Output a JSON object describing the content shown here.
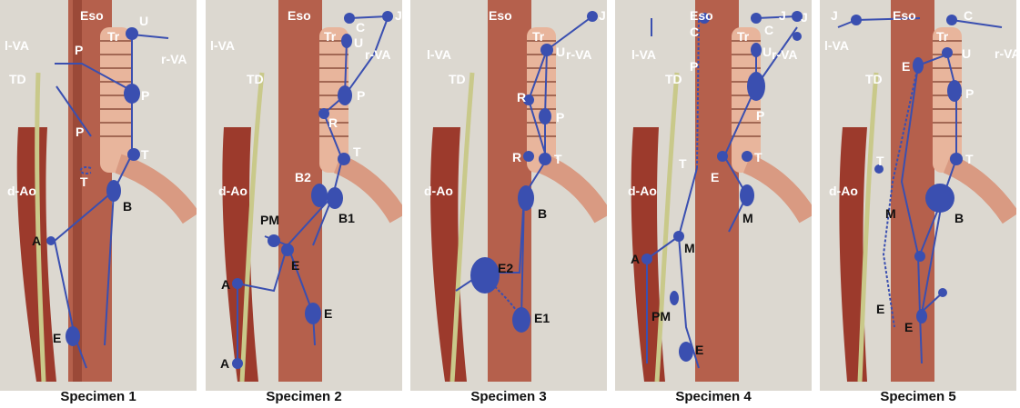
{
  "colors": {
    "node": "#3a4fb0",
    "line": "#3a4fb0",
    "esophagus_dark": "#8a3b2c",
    "esophagus_light": "#c77a63",
    "aorta": "#9c3a2c",
    "trachea": "#e8b59c",
    "thoracic_duct": "#c9c98a",
    "background_tissue": "#d9d6cf"
  },
  "panels": [
    {
      "caption": "Specimen 1",
      "labels": [
        "Eso",
        "U",
        "Tr",
        "l-VA",
        "r-VA",
        "TD",
        "P",
        "P",
        "P",
        "T",
        "T",
        "d-Ao",
        "B",
        "A",
        "E"
      ]
    },
    {
      "caption": "Specimen 2",
      "labels": [
        "Eso",
        "C",
        "J",
        "Tr",
        "U",
        "l-VA",
        "r-VA",
        "TD",
        "P",
        "R",
        "T",
        "B2",
        "B1",
        "d-Ao",
        "PM",
        "E",
        "A",
        "E",
        "A"
      ]
    },
    {
      "caption": "Specimen 3",
      "labels": [
        "Eso",
        "J",
        "Tr",
        "U",
        "l-VA",
        "r-VA",
        "TD",
        "R",
        "P",
        "R",
        "T",
        "d-Ao",
        "B",
        "E2",
        "E1"
      ]
    },
    {
      "caption": "Specimen 4",
      "labels": [
        "Eso",
        "J",
        "J",
        "C",
        "C",
        "Tr",
        "U",
        "l-VA",
        "r-VA",
        "TD",
        "P",
        "P",
        "T",
        "E",
        "T",
        "d-Ao",
        "M",
        "M",
        "A",
        "PM",
        "E"
      ]
    },
    {
      "caption": "Specimen 5",
      "labels": [
        "J",
        "Eso",
        "C",
        "l-VA",
        "Tr",
        "U",
        "r-VA",
        "E",
        "TD",
        "P",
        "T",
        "T",
        "d-Ao",
        "M",
        "B",
        "E",
        "E"
      ]
    }
  ]
}
